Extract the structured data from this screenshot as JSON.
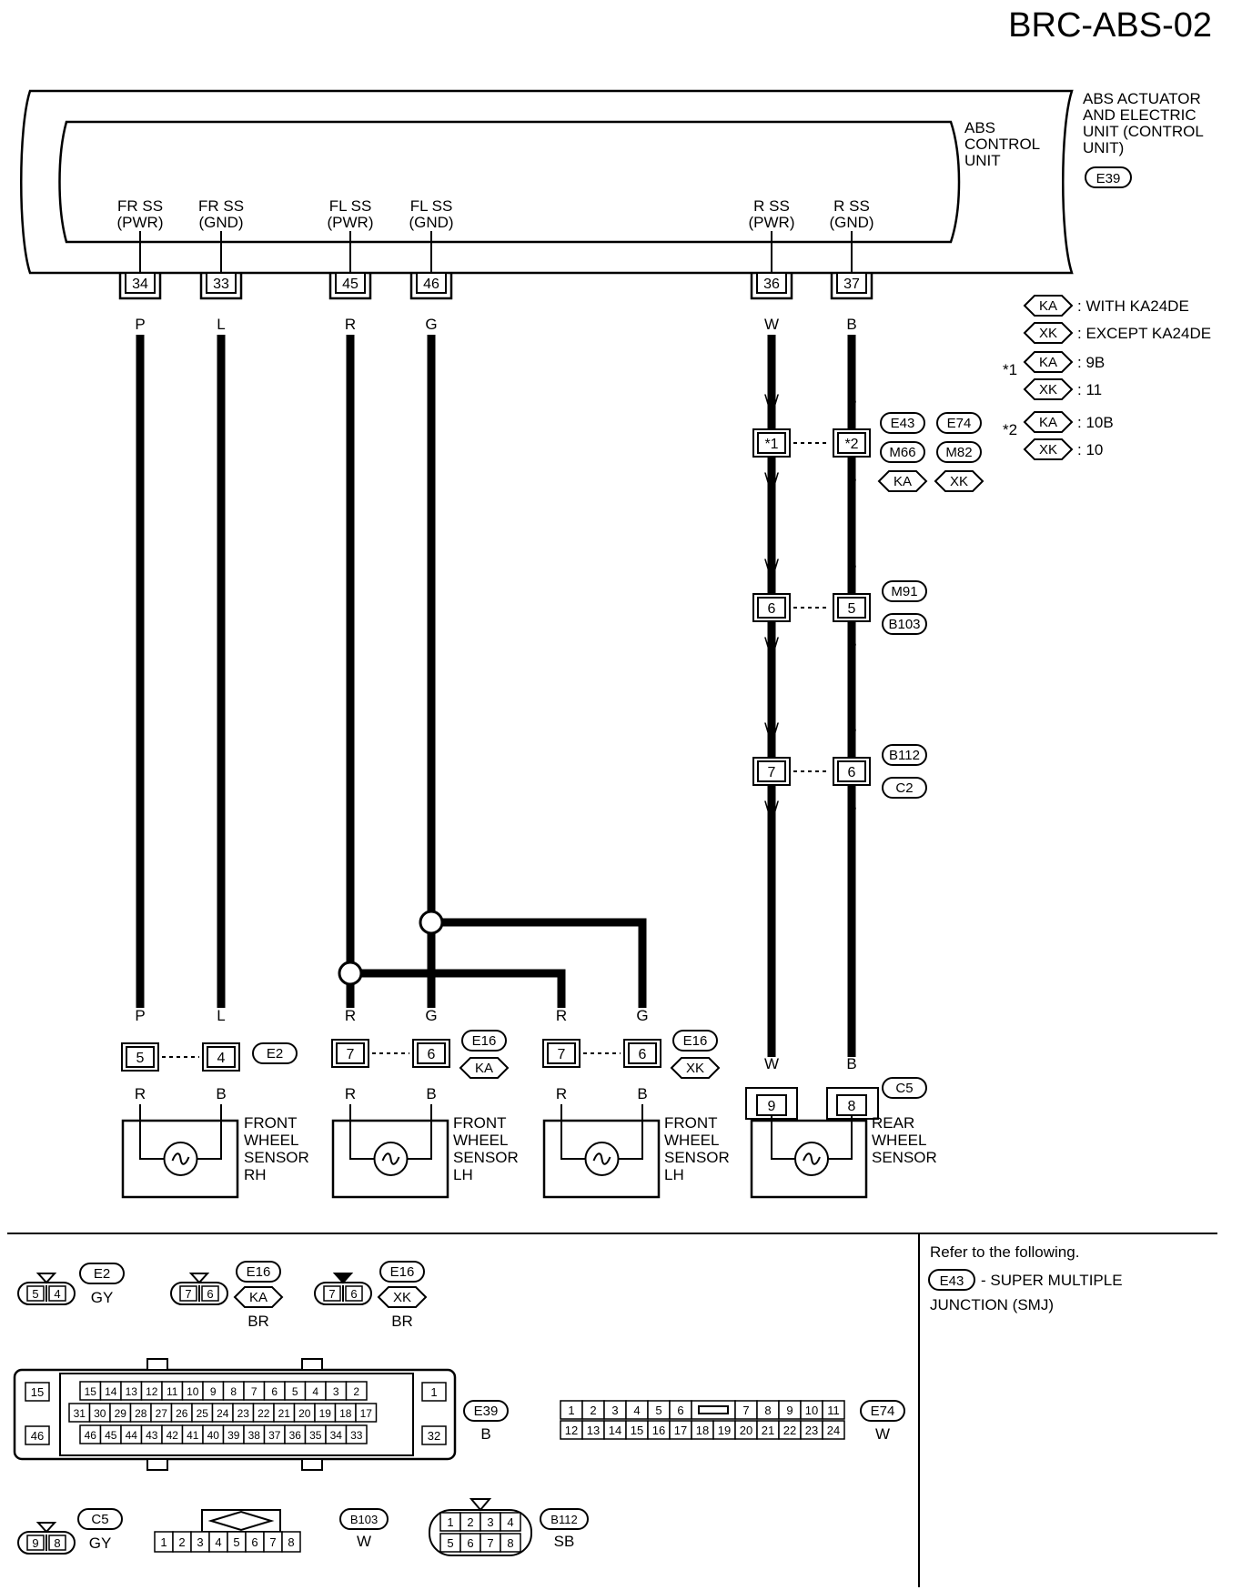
{
  "title": "BRC-ABS-02",
  "unit": {
    "outer_label": [
      "ABS ACTUATOR",
      "AND ELECTRIC",
      "UNIT (CONTROL",
      "UNIT)"
    ],
    "outer_connector": "E39",
    "inner_label": [
      "ABS",
      "CONTROL",
      "UNIT"
    ],
    "terminals": [
      {
        "name1": "FR SS",
        "name2": "(PWR)",
        "pin": "34",
        "color": "P"
      },
      {
        "name1": "FR SS",
        "name2": "(GND)",
        "pin": "33",
        "color": "L"
      },
      {
        "name1": "FL SS",
        "name2": "(PWR)",
        "pin": "45",
        "color": "R"
      },
      {
        "name1": "FL SS",
        "name2": "(GND)",
        "pin": "46",
        "color": "G"
      },
      {
        "name1": "R SS",
        "name2": "(PWR)",
        "pin": "36",
        "color": "W"
      },
      {
        "name1": "R SS",
        "name2": "(GND)",
        "pin": "37",
        "color": "B"
      }
    ]
  },
  "legend": [
    {
      "tag": "KA",
      "text": ": WITH KA24DE"
    },
    {
      "tag": "XK",
      "text": ": EXCEPT KA24DE"
    },
    {
      "star": "*1",
      "tag": "KA",
      "text": ": 9B"
    },
    {
      "tag": "XK",
      "text": ": 11"
    },
    {
      "star": "*2",
      "tag": "KA",
      "text": ": 10B"
    },
    {
      "tag": "XK",
      "text": ": 10"
    }
  ],
  "rear_joints": [
    {
      "left_pin": "*1",
      "right_pin": "*2",
      "left_color": "W",
      "right_color": "B",
      "tags": [
        "E43",
        "E74",
        "M66",
        "M82"
      ],
      "hex_tags": [
        "KA",
        "XK"
      ]
    },
    {
      "left_pin": "6",
      "right_pin": "5",
      "left_color": "W",
      "right_color": "B",
      "tags": [
        "M91",
        "B103"
      ]
    },
    {
      "left_pin": "7",
      "right_pin": "6",
      "left_color": "W",
      "right_color": "B",
      "tags": [
        "B112",
        "C2"
      ]
    }
  ],
  "sensors": [
    {
      "pins": [
        "5",
        "4"
      ],
      "colors_top": [
        "P",
        "L"
      ],
      "colors_bottom": [
        "R",
        "B"
      ],
      "connector": "E2",
      "hex": "",
      "name": [
        "FRONT",
        "WHEEL",
        "SENSOR",
        "RH"
      ]
    },
    {
      "pins": [
        "7",
        "6"
      ],
      "colors_top": [
        "R",
        "G"
      ],
      "colors_bottom": [
        "R",
        "B"
      ],
      "connector": "E16",
      "hex": "KA",
      "name": [
        "FRONT",
        "WHEEL",
        "SENSOR",
        "LH"
      ]
    },
    {
      "pins": [
        "7",
        "6"
      ],
      "colors_top": [
        "R",
        "G"
      ],
      "colors_bottom": [
        "R",
        "B"
      ],
      "connector": "E16",
      "hex": "XK",
      "name": [
        "FRONT",
        "WHEEL",
        "SENSOR",
        "LH"
      ]
    },
    {
      "pins": [
        "9",
        "8"
      ],
      "colors_top": [
        "W",
        "B"
      ],
      "colors_bottom": [],
      "connector": "C5",
      "hex": "",
      "name": [
        "REAR",
        "WHEEL",
        "SENSOR"
      ]
    }
  ],
  "reference": {
    "heading": "Refer to the following.",
    "tag": "E43",
    "text": "- SUPER MULTIPLE",
    "text2": "JUNCTION (SMJ)"
  },
  "connector_views": {
    "e2": {
      "tag": "E2",
      "color": "GY",
      "pins": [
        "5",
        "4"
      ]
    },
    "e16ka": {
      "tag": "E16",
      "hex": "KA",
      "color": "BR",
      "pins": [
        "7",
        "6"
      ]
    },
    "e16xk": {
      "tag": "E16",
      "hex": "XK",
      "color": "BR",
      "pins": [
        "7",
        "6"
      ]
    },
    "e39": {
      "tag": "E39",
      "color": "B",
      "left": [
        "15",
        "46"
      ],
      "right": [
        "1",
        "32"
      ],
      "row1": [
        "15",
        "14",
        "13",
        "12",
        "11",
        "10",
        "9",
        "8",
        "7",
        "6",
        "5",
        "4",
        "3",
        "2"
      ],
      "row2": [
        "31",
        "30",
        "29",
        "28",
        "27",
        "26",
        "25",
        "24",
        "23",
        "22",
        "21",
        "20",
        "19",
        "18",
        "17"
      ],
      "row3": [
        "46",
        "45",
        "44",
        "43",
        "42",
        "41",
        "40",
        "39",
        "38",
        "37",
        "36",
        "35",
        "34",
        "33"
      ]
    },
    "e74": {
      "tag": "E74",
      "color": "W",
      "row1a": [
        "1",
        "2",
        "3",
        "4",
        "5",
        "6"
      ],
      "row1b": [
        "7",
        "8",
        "9",
        "10",
        "11"
      ],
      "row2": [
        "12",
        "13",
        "14",
        "15",
        "16",
        "17",
        "18",
        "19",
        "20",
        "21",
        "22",
        "23",
        "24"
      ]
    },
    "c5": {
      "tag": "C5",
      "color": "GY",
      "pins": [
        "9",
        "8"
      ]
    },
    "b103": {
      "tag": "B103",
      "color": "W",
      "pins": [
        "1",
        "2",
        "3",
        "4",
        "5",
        "6",
        "7",
        "8"
      ]
    },
    "b112": {
      "tag": "B112",
      "color": "SB",
      "row1": [
        "1",
        "2",
        "3",
        "4"
      ],
      "row2": [
        "5",
        "6",
        "7",
        "8"
      ]
    }
  }
}
